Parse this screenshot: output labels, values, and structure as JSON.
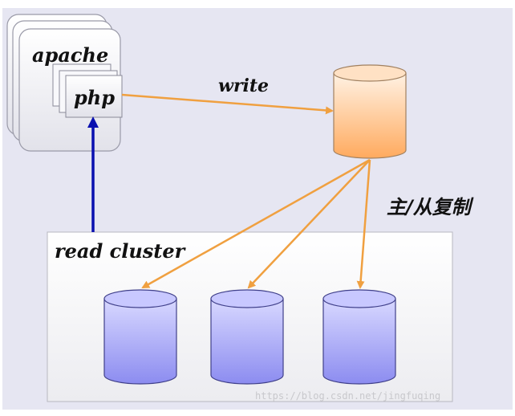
{
  "labels": {
    "apache": "apache",
    "php": "php",
    "write": "write",
    "replication": "主/从复制",
    "read_cluster": "read cluster"
  },
  "watermark": "https://blog.csdn.net/jingfuqing",
  "colors": {
    "background": "#e6e6f2",
    "master_db": "#ffb877",
    "slave_db": "#9f9ff5",
    "write_arrow": "#f0a040",
    "read_arrow": "#0a10b0",
    "cluster_box": "#f4f4f6"
  },
  "nodes": [
    {
      "id": "apache",
      "type": "server-stack"
    },
    {
      "id": "php",
      "type": "module-stack"
    },
    {
      "id": "master-db",
      "type": "database"
    },
    {
      "id": "slave-db-1",
      "type": "database"
    },
    {
      "id": "slave-db-2",
      "type": "database"
    },
    {
      "id": "slave-db-3",
      "type": "database"
    }
  ],
  "edges": [
    {
      "from": "php",
      "to": "master-db",
      "label": "write"
    },
    {
      "from": "master-db",
      "to": "slave-db-1",
      "label": "主/从复制"
    },
    {
      "from": "master-db",
      "to": "slave-db-2",
      "label": "主/从复制"
    },
    {
      "from": "master-db",
      "to": "slave-db-3",
      "label": "主/从复制"
    },
    {
      "from": "read-cluster",
      "to": "php",
      "label": "read cluster"
    }
  ]
}
